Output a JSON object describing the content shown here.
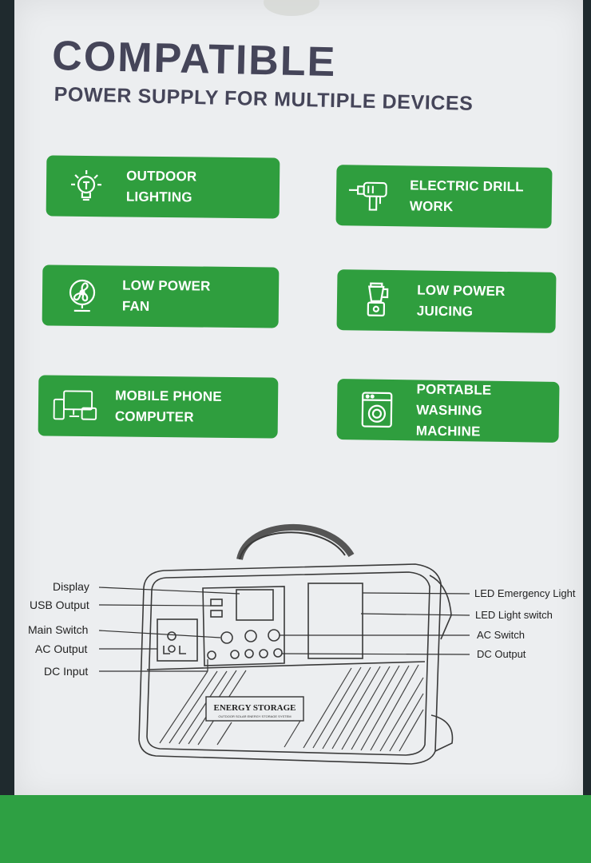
{
  "title": "COMPATIBLE",
  "subtitle": "POWER SUPPLY FOR MULTIPLE DEVICES",
  "features": [
    {
      "icon": "light-bulb-icon",
      "line1": "OUTDOOR",
      "line2": "LIGHTING"
    },
    {
      "icon": "electric-drill-icon",
      "line1": "ELECTRIC DRILL",
      "line2": "WORK"
    },
    {
      "icon": "fan-icon",
      "line1": "LOW POWER",
      "line2": "FAN"
    },
    {
      "icon": "juicer-icon",
      "line1": "LOW POWER",
      "line2": "JUICING"
    },
    {
      "icon": "devices-icon",
      "line1": "MOBILE PHONE",
      "line2": "COMPUTER"
    },
    {
      "icon": "washing-machine-icon",
      "line1": "PORTABLE WASHING",
      "line2": "MACHINE"
    }
  ],
  "diagram": {
    "brand": "ENERGY STORAGE",
    "brand_sub": "OUTDOOR SOLAR ENERGY STORAGE SYSTEM",
    "left_labels": [
      "Display",
      "USB Output",
      "Main Switch",
      "AC Output",
      "DC Input"
    ],
    "right_labels": [
      "LED Emergency Light",
      "LED Light switch",
      "AC Switch",
      "DC Output"
    ]
  },
  "colors": {
    "accent_green": "#2f9e3e",
    "title_color": "#454559",
    "sheet": "#eceef0"
  }
}
